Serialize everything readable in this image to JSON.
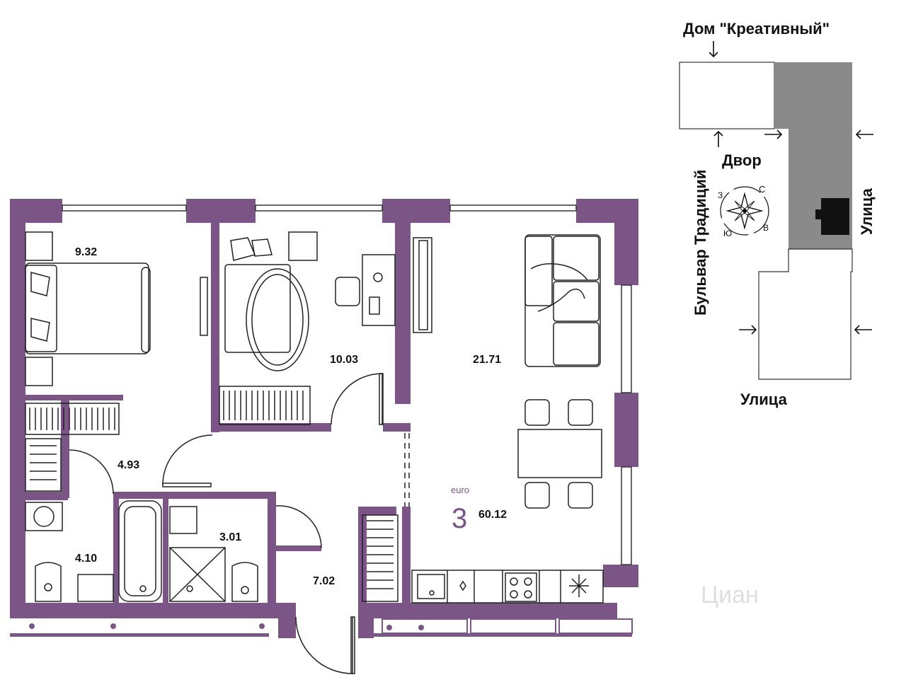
{
  "colors": {
    "wall": "#7b5586",
    "neighbor_building": "#8a8a8a",
    "ink": "#111111",
    "watermark": "#dedede"
  },
  "rooms": {
    "bedroom_area": "9.32",
    "second_room_area": "10.03",
    "living_kitchen_area": "21.71",
    "hall_area": "4.93",
    "bathroom_area": "4.10",
    "wc_area": "3.01",
    "corridor_area": "7.02"
  },
  "summary": {
    "type_label": "euro",
    "room_count": "3",
    "total_area": "60.12"
  },
  "site_plan": {
    "building_name": "Дом \"Креативный\"",
    "courtyard": "Двор",
    "boulevard": "Бульвар Традиций",
    "street_right": "Улица",
    "street_bottom": "Улица",
    "compass": {
      "north": "С",
      "east": "В",
      "south": "Ю",
      "west": "З"
    }
  },
  "watermark": "Циан",
  "icons": [
    "compass-icon",
    "washing-machine-icon",
    "stove-icon",
    "freezer-icon",
    "arrow-icon"
  ]
}
